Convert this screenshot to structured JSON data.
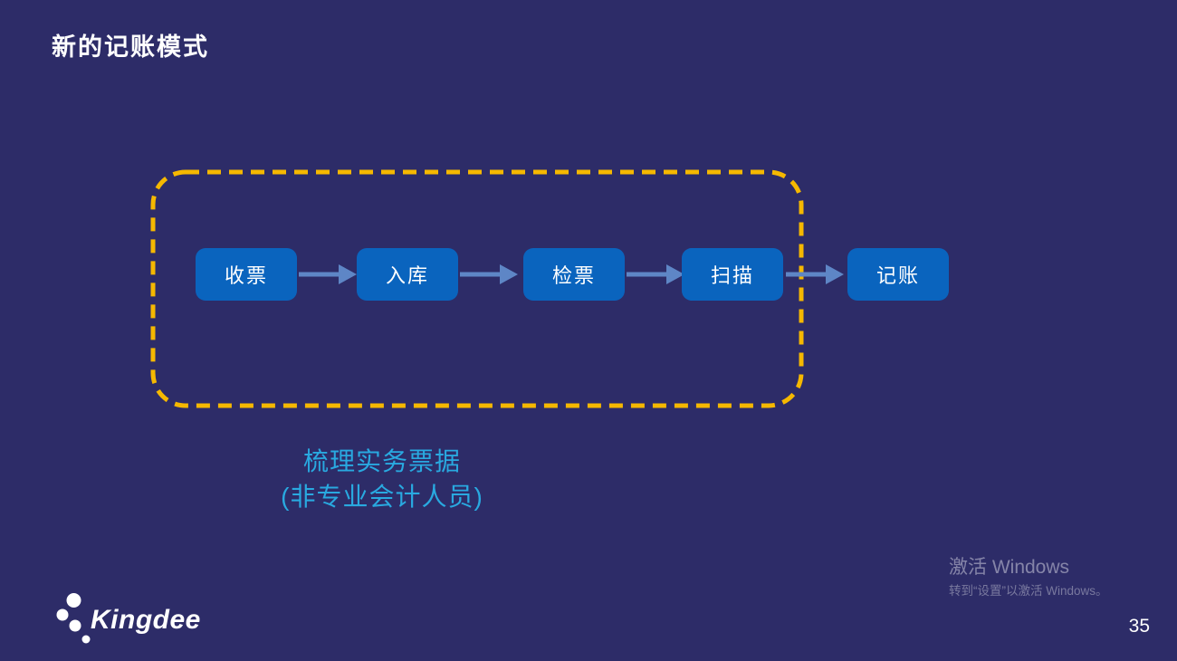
{
  "slide": {
    "title": "新的记账模式",
    "page_number": "35"
  },
  "flow": {
    "steps": [
      {
        "label": "收票"
      },
      {
        "label": "入库"
      },
      {
        "label": "检票"
      },
      {
        "label": "扫描"
      },
      {
        "label": "记账"
      }
    ],
    "caption": {
      "line1": "梳理实务票据",
      "line2": "(非专业会计人员)"
    }
  },
  "logo": {
    "brand": "Kingdee"
  },
  "watermark": {
    "line1": "激活 Windows",
    "line2": "转到“设置”以激活 Windows。"
  },
  "colors": {
    "background": "#2D2C68",
    "step_box": "#0A64BE",
    "arrow": "#5E86C6",
    "dashed_border": "#F5B800",
    "caption_text": "#29A9E0"
  }
}
